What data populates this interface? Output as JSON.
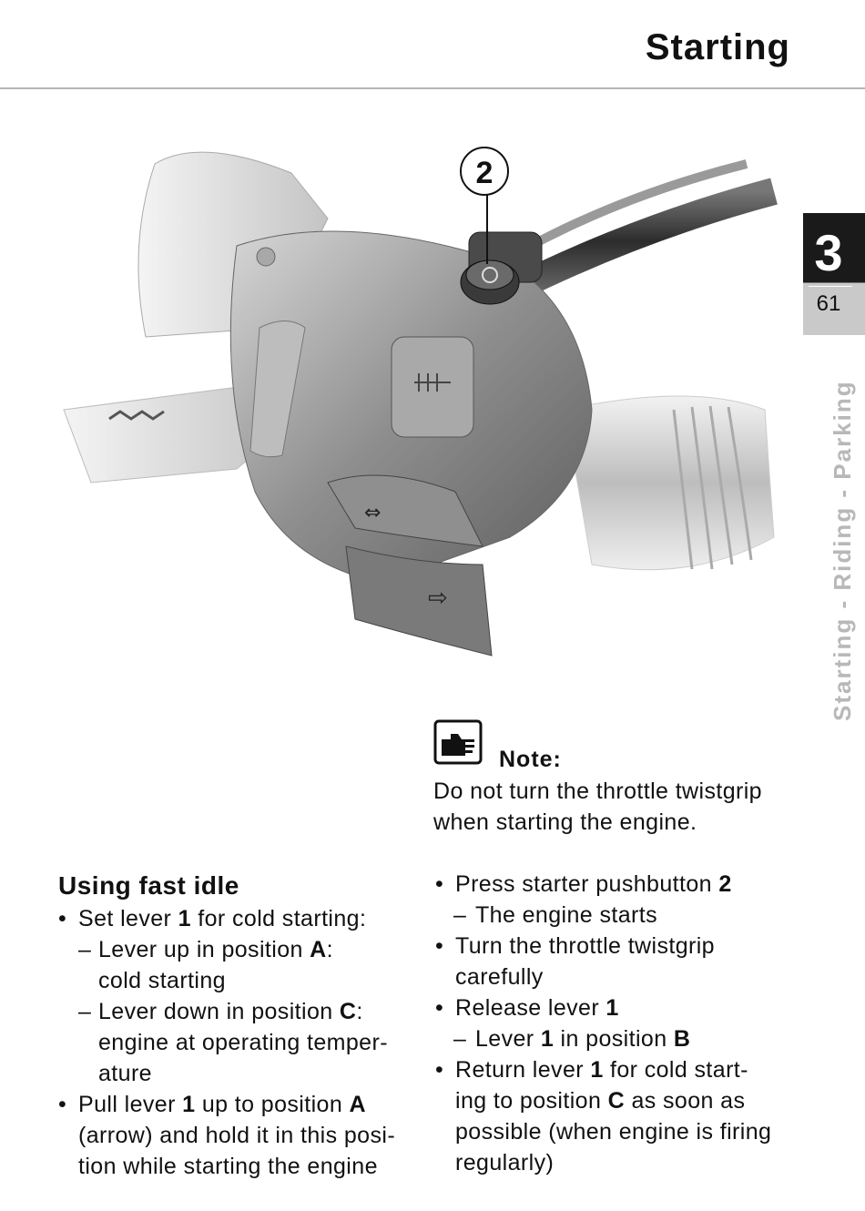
{
  "header": {
    "title": "Starting"
  },
  "chapter_tab": {
    "number": "3",
    "page": "61",
    "side_title": "Starting - Riding - Parking"
  },
  "figure": {
    "callout_label": "2"
  },
  "note": {
    "label": "Note:",
    "text": "Do not turn the throttle twistgrip when starting the engine."
  },
  "left_column": {
    "heading": "Using fast idle",
    "bullet1": {
      "pre": "Set lever ",
      "bold": "1",
      "post": " for cold starting:"
    },
    "sub1": {
      "pre": "Lever up in position ",
      "bold": "A",
      "post": ":",
      "line2": "cold starting"
    },
    "sub2": {
      "pre": "Lever down in position ",
      "bold": "C",
      "post": ":",
      "line2": "engine at operating temper-",
      "line3": "ature"
    },
    "bullet2": {
      "pre": "Pull lever ",
      "bold1": "1",
      "mid": " up to position ",
      "bold2": "A",
      "line2": "(arrow) and hold it in this posi-",
      "line3": "tion while starting the engine"
    }
  },
  "right_column": {
    "bullet1": {
      "pre": "Press starter pushbutton ",
      "bold": "2"
    },
    "sub1": {
      "text": "The engine starts"
    },
    "bullet2": {
      "line1": "Turn the throttle twistgrip",
      "line2": "carefully"
    },
    "bullet3": {
      "pre": "Release lever ",
      "bold": "1"
    },
    "sub2": {
      "pre": "Lever ",
      "bold1": "1",
      "mid": " in position ",
      "bold2": "B"
    },
    "bullet4": {
      "pre": "Return lever ",
      "bold1": "1",
      "post": " for cold start-",
      "line2_pre": "ing to position ",
      "line2_bold": "C",
      "line2_post": " as soon as",
      "line3": "possible (when engine is firing",
      "line4": "regularly)"
    }
  },
  "colors": {
    "tab_dark": "#1a1a1a",
    "tab_light": "#c9c9c9",
    "side_title": "#b8b8b8",
    "rule": "#b5b5b5"
  }
}
